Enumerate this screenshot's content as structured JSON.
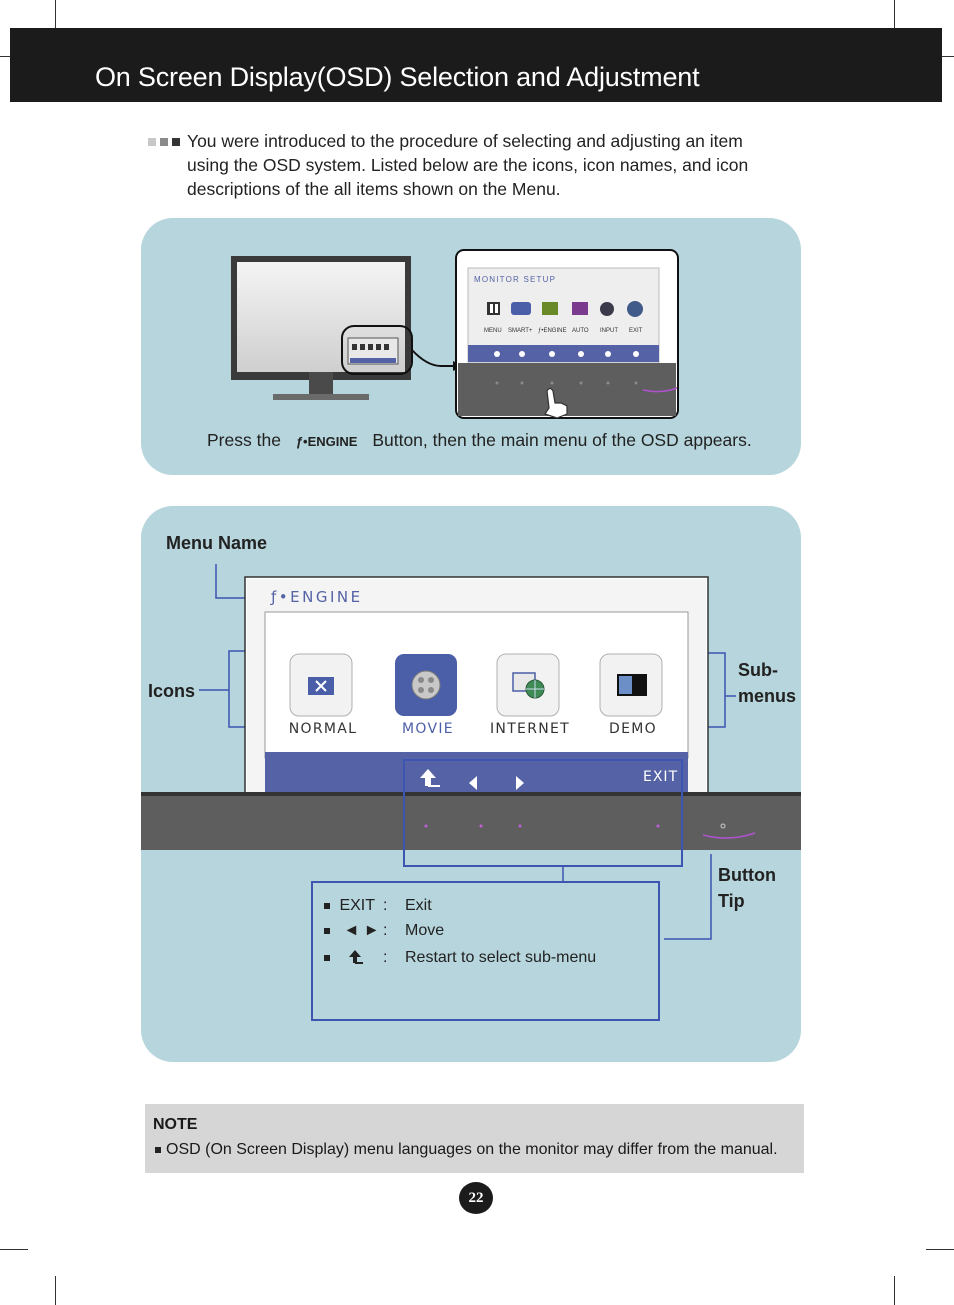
{
  "header": {
    "title": "On Screen Display(OSD) Selection and Adjustment"
  },
  "intro": {
    "text": "You were introduced to the procedure of selecting and adjusting an item using the OSD system. Listed below are the icons, icon names, and icon descriptions of the all items shown on the Menu."
  },
  "panel1": {
    "osd_title": "MONITOR SETUP",
    "menu_items": [
      "MENU",
      "SMART+",
      "ƒ•ENGINE",
      "AUTO",
      "INPUT",
      "EXIT"
    ],
    "press_before": "Press the",
    "engine_label": "ƒ•ENGINE",
    "press_after": "Button, then the main menu of the OSD appears."
  },
  "panel2": {
    "menu_name_label": "Menu Name",
    "icons_label": "Icons",
    "submenus_label": "Sub-\nmenus",
    "button_tip_label": "Button\nTip",
    "osd_title": "ƒ•ENGINE",
    "submenus": [
      {
        "label": "NORMAL",
        "icon": "normal-icon"
      },
      {
        "label": "MOVIE",
        "icon": "movie-icon",
        "selected": true
      },
      {
        "label": "INTERNET",
        "icon": "internet-icon"
      },
      {
        "label": "DEMO",
        "icon": "demo-icon"
      }
    ],
    "osd_exit": "EXIT",
    "tips": [
      {
        "key": "EXIT",
        "sep": ":",
        "desc": "Exit"
      },
      {
        "key": "◄ ►",
        "sep": ":",
        "desc": "Move"
      },
      {
        "key": "",
        "icon": "return-arrow-icon",
        "sep": ":",
        "desc": "Restart to select sub-menu"
      }
    ]
  },
  "note": {
    "title": "NOTE",
    "text": "OSD (On Screen Display) menu languages on the monitor may differ from the manual."
  },
  "page_number": "22",
  "colors": {
    "header": "#1b1b1b",
    "panel": "#b6d5dc",
    "accent": "#3b55b0",
    "osd_bar": "#5563a6",
    "note_bg": "#d6d6d6"
  }
}
